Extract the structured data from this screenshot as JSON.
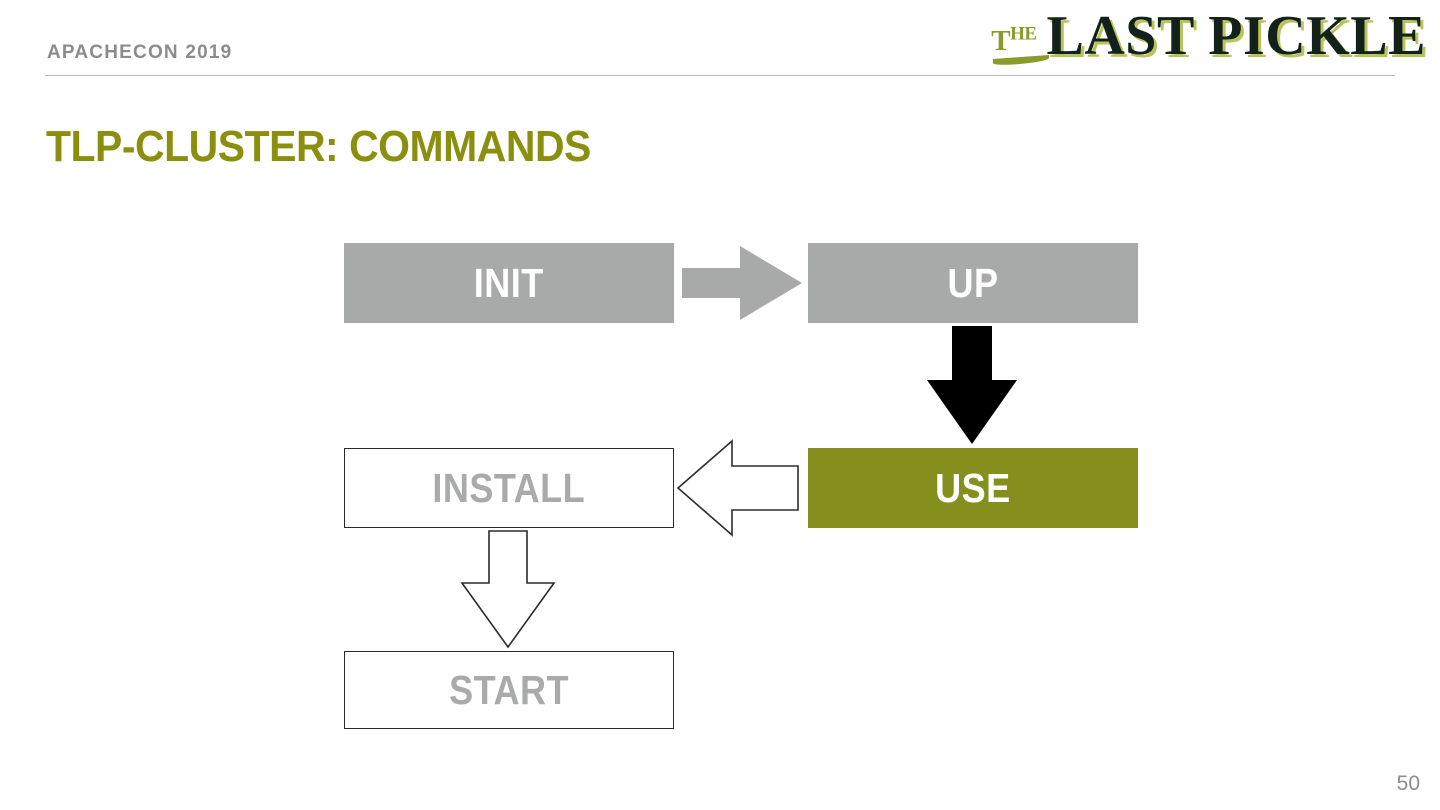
{
  "slide": {
    "eyebrow": "APACHECON 2019",
    "title": "TLP-CLUSTER: COMMANDS",
    "page_number": "50",
    "background_color": "#ffffff"
  },
  "logo": {
    "the_prefix": "T",
    "the_suffix": "HE",
    "wordmark": "LAST PICKLE",
    "accent_color": "#8a9a2b",
    "wordmark_color": "#122119",
    "shadow_color": "#b8c35a"
  },
  "theme": {
    "olive": "#8a900d",
    "box_olive": "#858f1e",
    "box_gray": "#a8aaa9",
    "muted_text": "#8c8c8c",
    "outline_text": "#a9abaa",
    "rule_color": "#b9b9b9",
    "arrow_black": "#000000",
    "arrow_gray": "#a8aaa9",
    "arrow_outline": "#2b2b2b"
  },
  "diagram": {
    "type": "flowchart",
    "nodes": [
      {
        "id": "init",
        "label": "INIT",
        "style": "filled-gray",
        "row": 1,
        "col": 1
      },
      {
        "id": "up",
        "label": "UP",
        "style": "filled-gray",
        "row": 1,
        "col": 2
      },
      {
        "id": "install",
        "label": "INSTALL",
        "style": "outlined",
        "row": 2,
        "col": 1
      },
      {
        "id": "use",
        "label": "USE",
        "style": "filled-olive",
        "row": 2,
        "col": 2
      },
      {
        "id": "start",
        "label": "START",
        "style": "outlined",
        "row": 3,
        "col": 1
      }
    ],
    "edges": [
      {
        "from": "init",
        "to": "up",
        "direction": "right",
        "style": "filled-gray"
      },
      {
        "from": "up",
        "to": "use",
        "direction": "down",
        "style": "filled-black"
      },
      {
        "from": "use",
        "to": "install",
        "direction": "left",
        "style": "outlined"
      },
      {
        "from": "install",
        "to": "start",
        "direction": "down",
        "style": "outlined"
      }
    ]
  }
}
